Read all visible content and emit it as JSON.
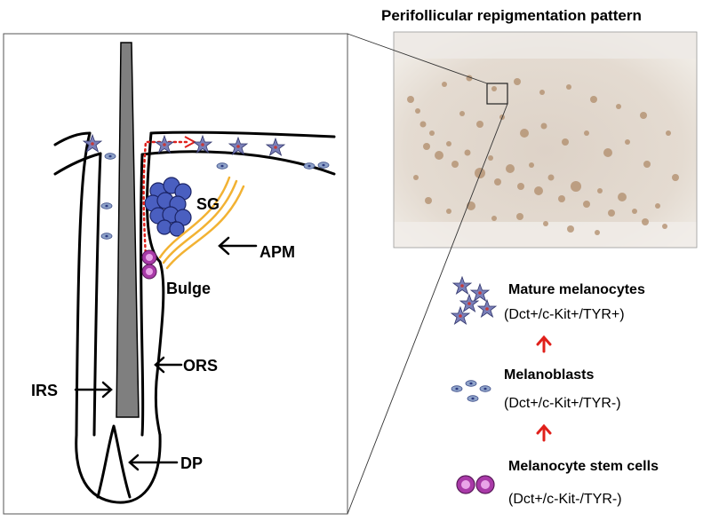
{
  "title": "Perifollicular repigmentation pattern",
  "labels": {
    "sg": "SG",
    "apm": "APM",
    "bulge": "Bulge",
    "ors": "ORS",
    "irs": "IRS",
    "dp": "DP"
  },
  "legend": [
    {
      "title": "Mature melanocytes",
      "markers": "(Dct+/c-Kit+/TYR+)"
    },
    {
      "title": "Melanoblasts",
      "markers": "(Dct+/c-Kit+/TYR-)"
    },
    {
      "title": "Melanocyte stem cells",
      "markers": "(Dct+/c-Kit-/TYR-)"
    }
  ],
  "colors": {
    "shaft": "#7f7f7f",
    "sebaceous": "#4a5fc0",
    "apm": "#f2b233",
    "arrow_red": "#e0201b",
    "stem_cell": "#a23ba0",
    "mature": "#6b74b8",
    "skin_photo": "#e2d8cf"
  }
}
